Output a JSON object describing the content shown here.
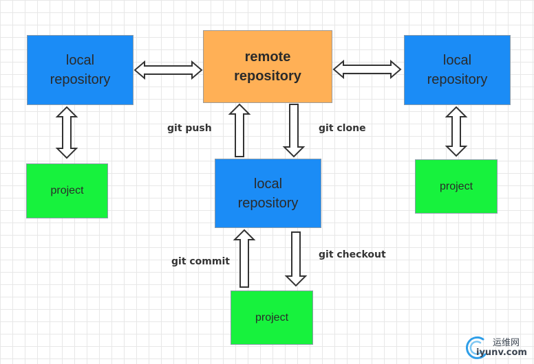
{
  "nodes": {
    "local_repo_left": "local repository",
    "remote_repo": "remote repository",
    "local_repo_right": "local repository",
    "local_repo_center": "local repository",
    "project_left": "project",
    "project_right": "project",
    "project_bottom": "project"
  },
  "edges": {
    "push": "git push",
    "clone": "git clone",
    "commit": "git commit",
    "checkout": "git checkout"
  },
  "watermark": {
    "top": "运维网",
    "bottom": "iyunv.com"
  },
  "colors": {
    "repository": "#1b8cf6",
    "remote": "#ffb056",
    "project": "#17f23d",
    "grid": "#e7e7e7"
  }
}
